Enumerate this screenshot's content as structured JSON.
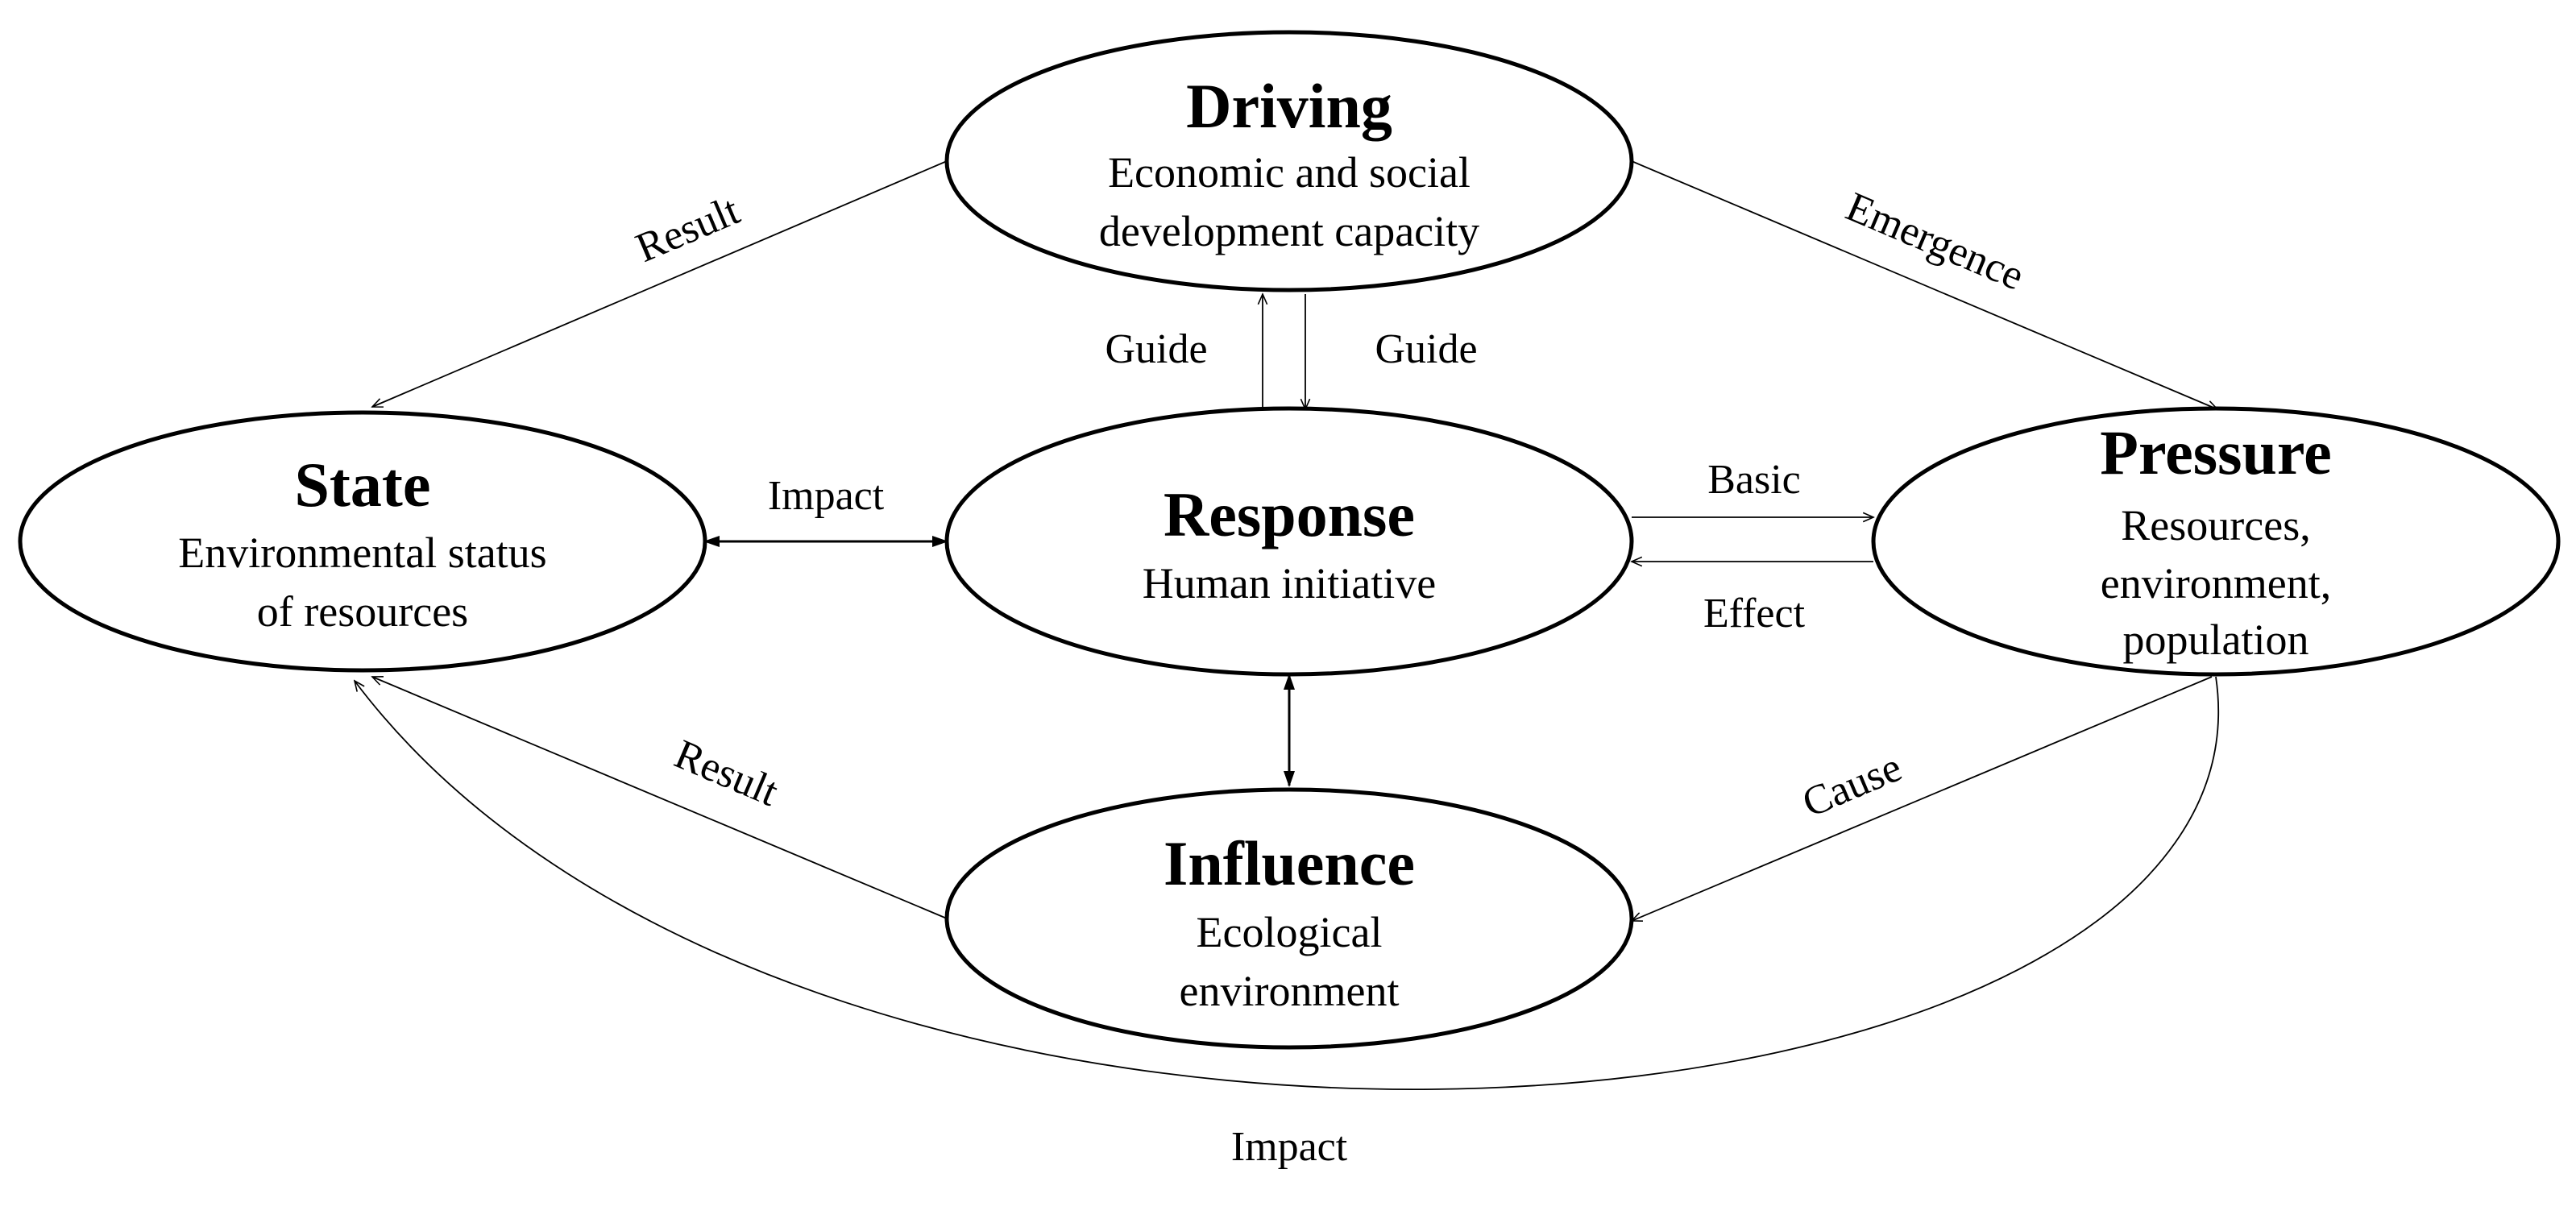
{
  "nodes": {
    "driving": {
      "title": "Driving",
      "lines": [
        "Economic and social",
        "development capacity"
      ]
    },
    "state": {
      "title": "State",
      "lines": [
        "Environmental status",
        "of resources"
      ]
    },
    "response": {
      "title": "Response",
      "lines": [
        "Human initiative"
      ]
    },
    "pressure": {
      "title": "Pressure",
      "lines": [
        "Resources,",
        "environment,",
        "population"
      ]
    },
    "influence": {
      "title": "Influence",
      "lines": [
        "Ecological",
        "environment"
      ]
    }
  },
  "edges": {
    "driving_to_state": "Result",
    "driving_to_pressure": "Emergence",
    "response_to_driving": "Guide",
    "driving_to_response": "Guide",
    "state_response": "Impact",
    "response_to_pressure": "Basic",
    "pressure_to_response": "Effect",
    "influence_to_state": "Result",
    "pressure_to_influence": "Cause",
    "pressure_to_state_arc": "Impact"
  }
}
